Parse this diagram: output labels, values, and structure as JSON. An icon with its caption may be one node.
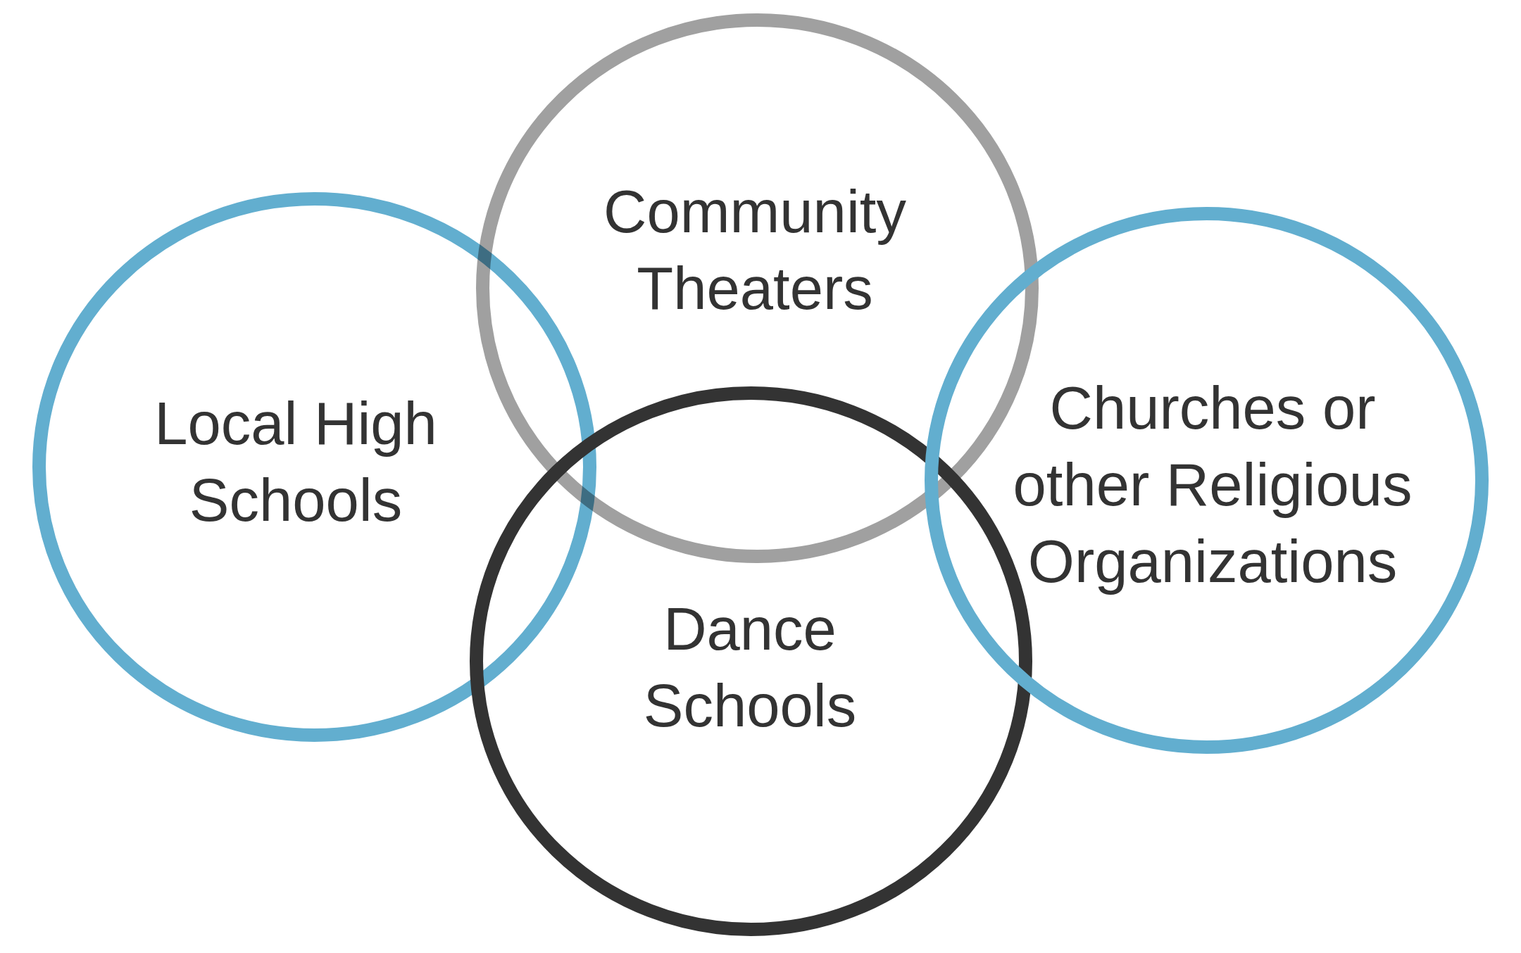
{
  "diagram": {
    "nodes": [
      {
        "text": [
          "Community Theaters"
        ]
      },
      {
        "text": [
          "Local High Schools"
        ]
      },
      {
        "text": [
          "Churches or other Religious Organizations"
        ]
      },
      {
        "text": [
          "Dance Schools"
        ]
      }
    ]
  }
}
